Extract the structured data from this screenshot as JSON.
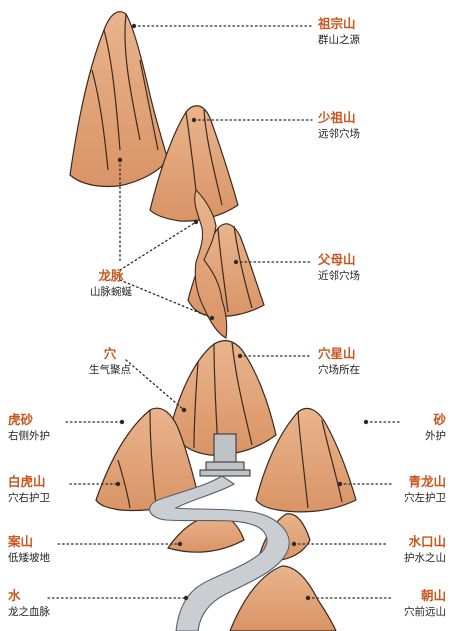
{
  "colors": {
    "accent": "#c9561d",
    "mountain_fill": "#e3a77f",
    "mountain_stroke": "#3a2a20",
    "water": "#c9ced3"
  },
  "labels": {
    "zuzong": {
      "title": "祖宗山",
      "sub": "群山之源"
    },
    "shaozu": {
      "title": "少祖山",
      "sub": "远邻穴场"
    },
    "fumu": {
      "title": "父母山",
      "sub": "近邻穴场"
    },
    "longmai": {
      "title": "龙脉",
      "sub": "山脉蜿蜒"
    },
    "xue": {
      "title": "穴",
      "sub": "生气聚点"
    },
    "xuexing": {
      "title": "穴星山",
      "sub": "穴场所在"
    },
    "husha": {
      "title": "虎砂",
      "sub": "右侧外护"
    },
    "sha": {
      "title": "砂",
      "sub": "外护"
    },
    "baihu": {
      "title": "白虎山",
      "sub": "穴右护卫"
    },
    "qinglong": {
      "title": "青龙山",
      "sub": "穴左护卫"
    },
    "an": {
      "title": "案山",
      "sub": "低矮坡地"
    },
    "shuikou": {
      "title": "水口山",
      "sub": "护水之山"
    },
    "shui": {
      "title": "水",
      "sub": "龙之血脉"
    },
    "chao": {
      "title": "朝山",
      "sub": "穴前远山"
    }
  }
}
